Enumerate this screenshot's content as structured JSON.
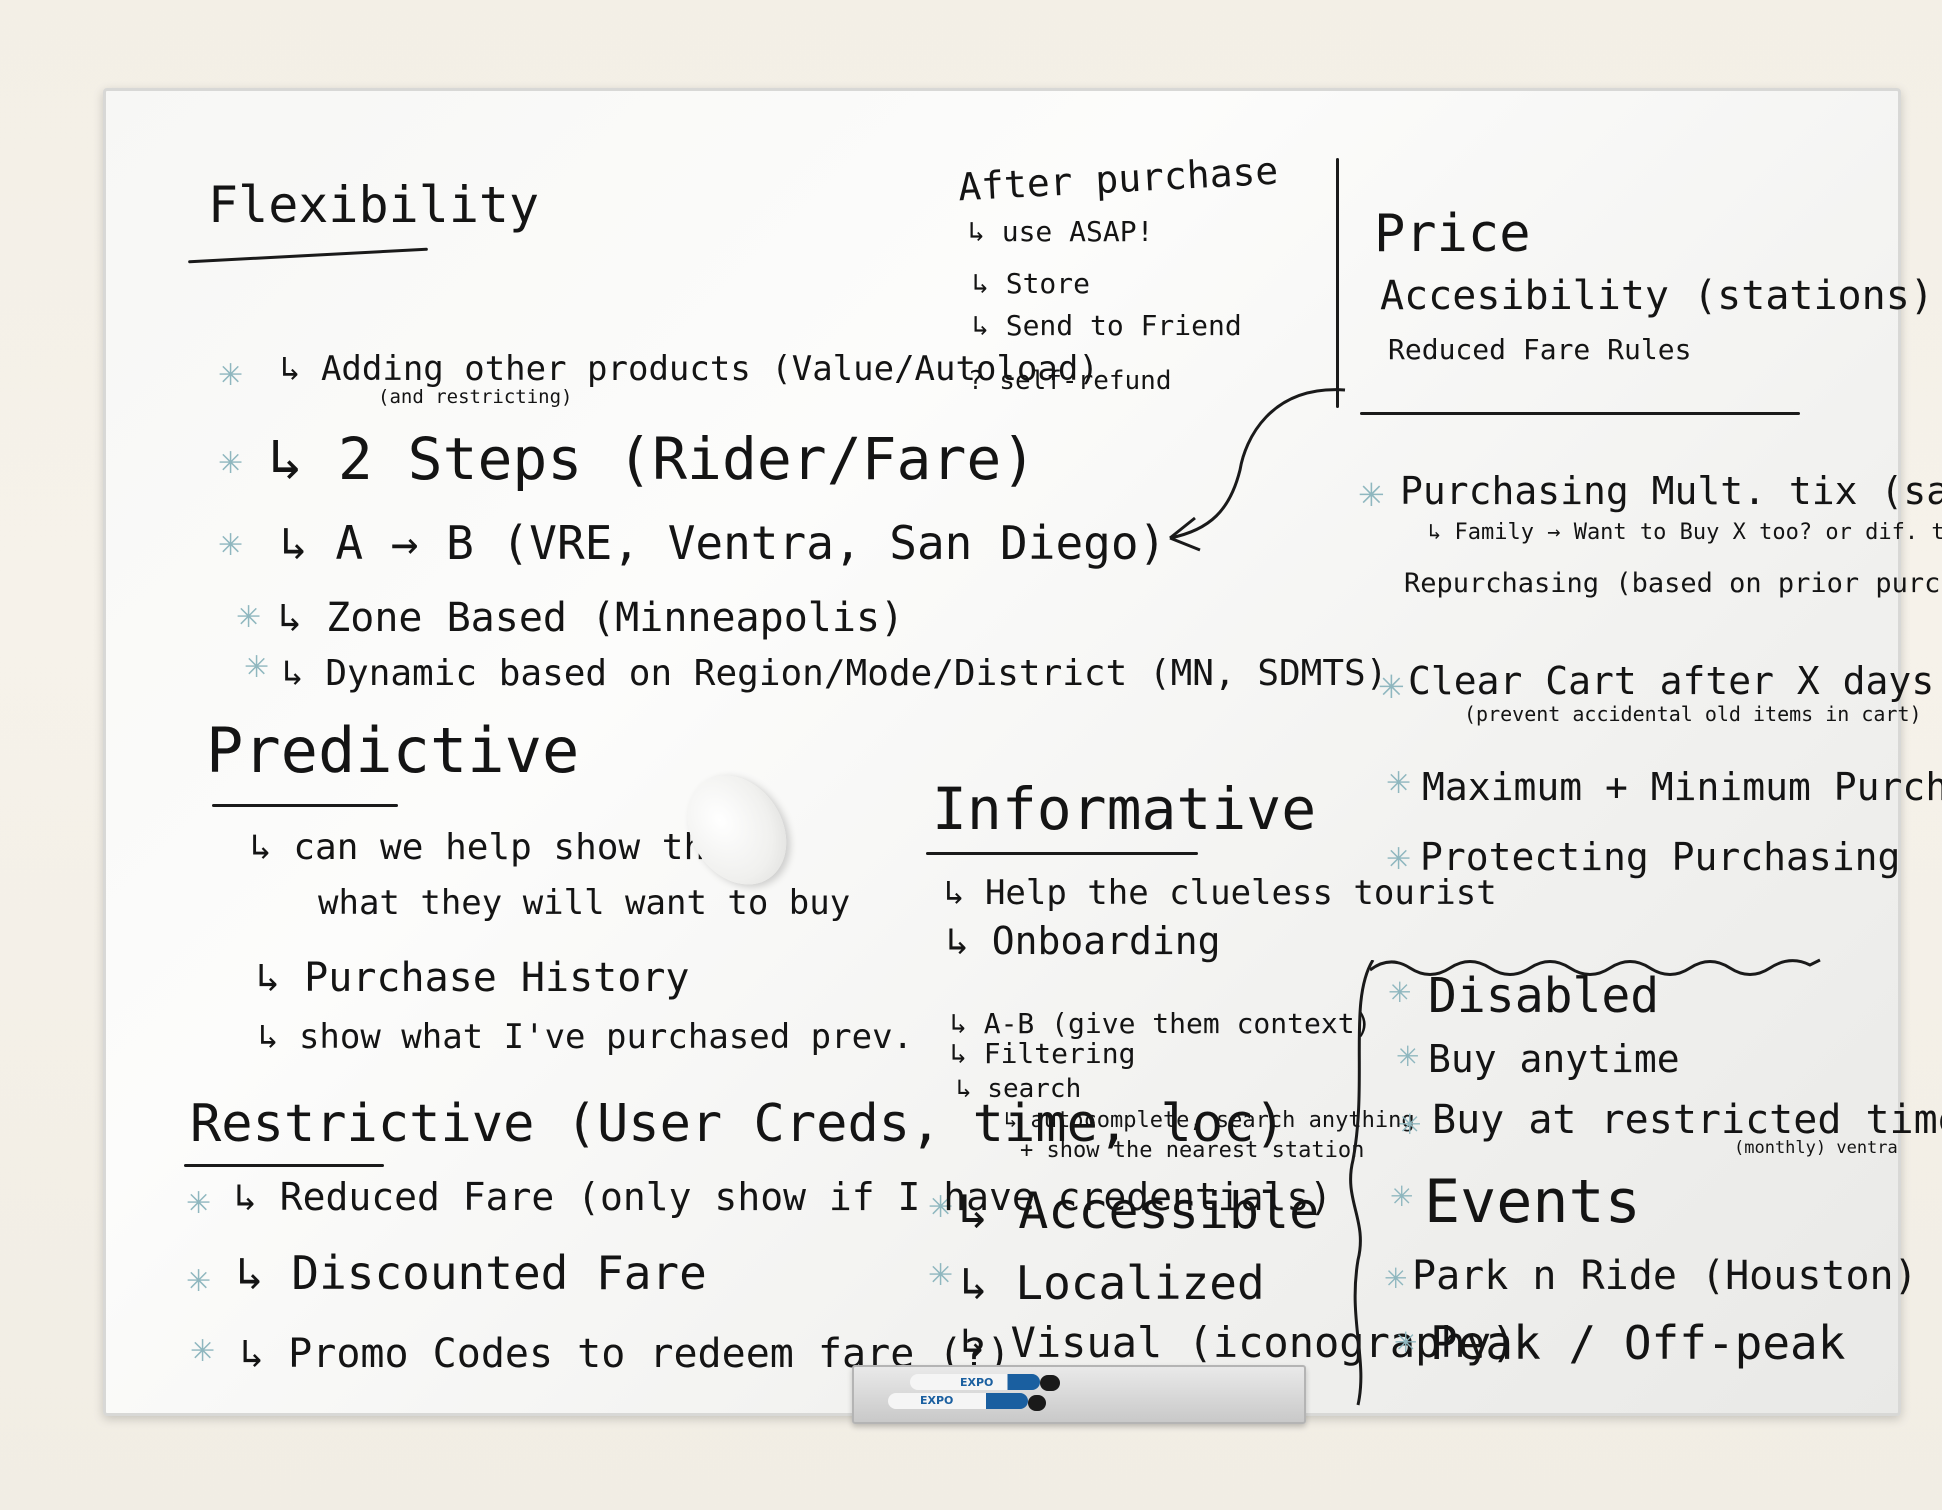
{
  "flexibility": {
    "title": "Flexibility",
    "items": [
      "↳ Adding other products (Value/Autoload)",
      "(and restricting)",
      "↳ 2 Steps (Rider/Fare)",
      "↳ A → B (VRE, Ventra, San Diego)",
      "↳ Zone Based (Minneapolis)",
      "↳ Dynamic based on Region/Mode/District (MN, SDMTS)"
    ]
  },
  "after_purchase": {
    "title": "After purchase",
    "items": [
      "↳ use ASAP!",
      "↳ Store",
      "↳ Send to Friend",
      "? self-refund"
    ]
  },
  "price_box": {
    "items": [
      "Price",
      "Accesibility (stations)",
      "Reduced Fare Rules"
    ]
  },
  "purchasing": {
    "items": [
      "Purchasing Mult. tix (same",
      "↳ Family → Want to Buy X too? or dif. type)",
      "Repurchasing (based on prior purch.)",
      "Clear Cart after X days",
      "(prevent accidental old items in cart)",
      "Maximum + Minimum Purchase",
      "Protecting Purchasing"
    ]
  },
  "predictive": {
    "title": "Predictive",
    "items": [
      "↳ can we help show them",
      "what they will want to buy",
      "↳ Purchase History",
      "↳ show what I've purchased prev."
    ]
  },
  "informative": {
    "title": "Informative",
    "items": [
      "↳ Help the clueless tourist",
      "↳ Onboarding",
      "↳ A-B (give them context)",
      "↳ Filtering",
      "↳ search",
      "↳ autocomplete, search anything",
      "+ show the nearest station",
      "↳ Accessible",
      "↳ Localized",
      "↳ Visual (iconography)"
    ]
  },
  "restrictive": {
    "title": "Restrictive (User Creds, time, loc)",
    "items": [
      "↳ Reduced Fare (only show if I have credentials)",
      "↳ Discounted Fare",
      "↳ Promo Codes to redeem fare (?)"
    ]
  },
  "riders": {
    "items": [
      "Disabled",
      "Buy anytime",
      "Buy at restricted times",
      "(monthly) ventra",
      "Events",
      "Park n Ride (Houston)",
      "Peak / Off-peak"
    ]
  },
  "marker_labels": {
    "top": "EXPO",
    "bottom": "EXPO"
  },
  "colors": {
    "ink": "#141414",
    "star": "#8fb7bf",
    "marker_blue": "#1a5fa0"
  },
  "icons": [
    "asterisk-icon",
    "arrow-icon"
  ]
}
